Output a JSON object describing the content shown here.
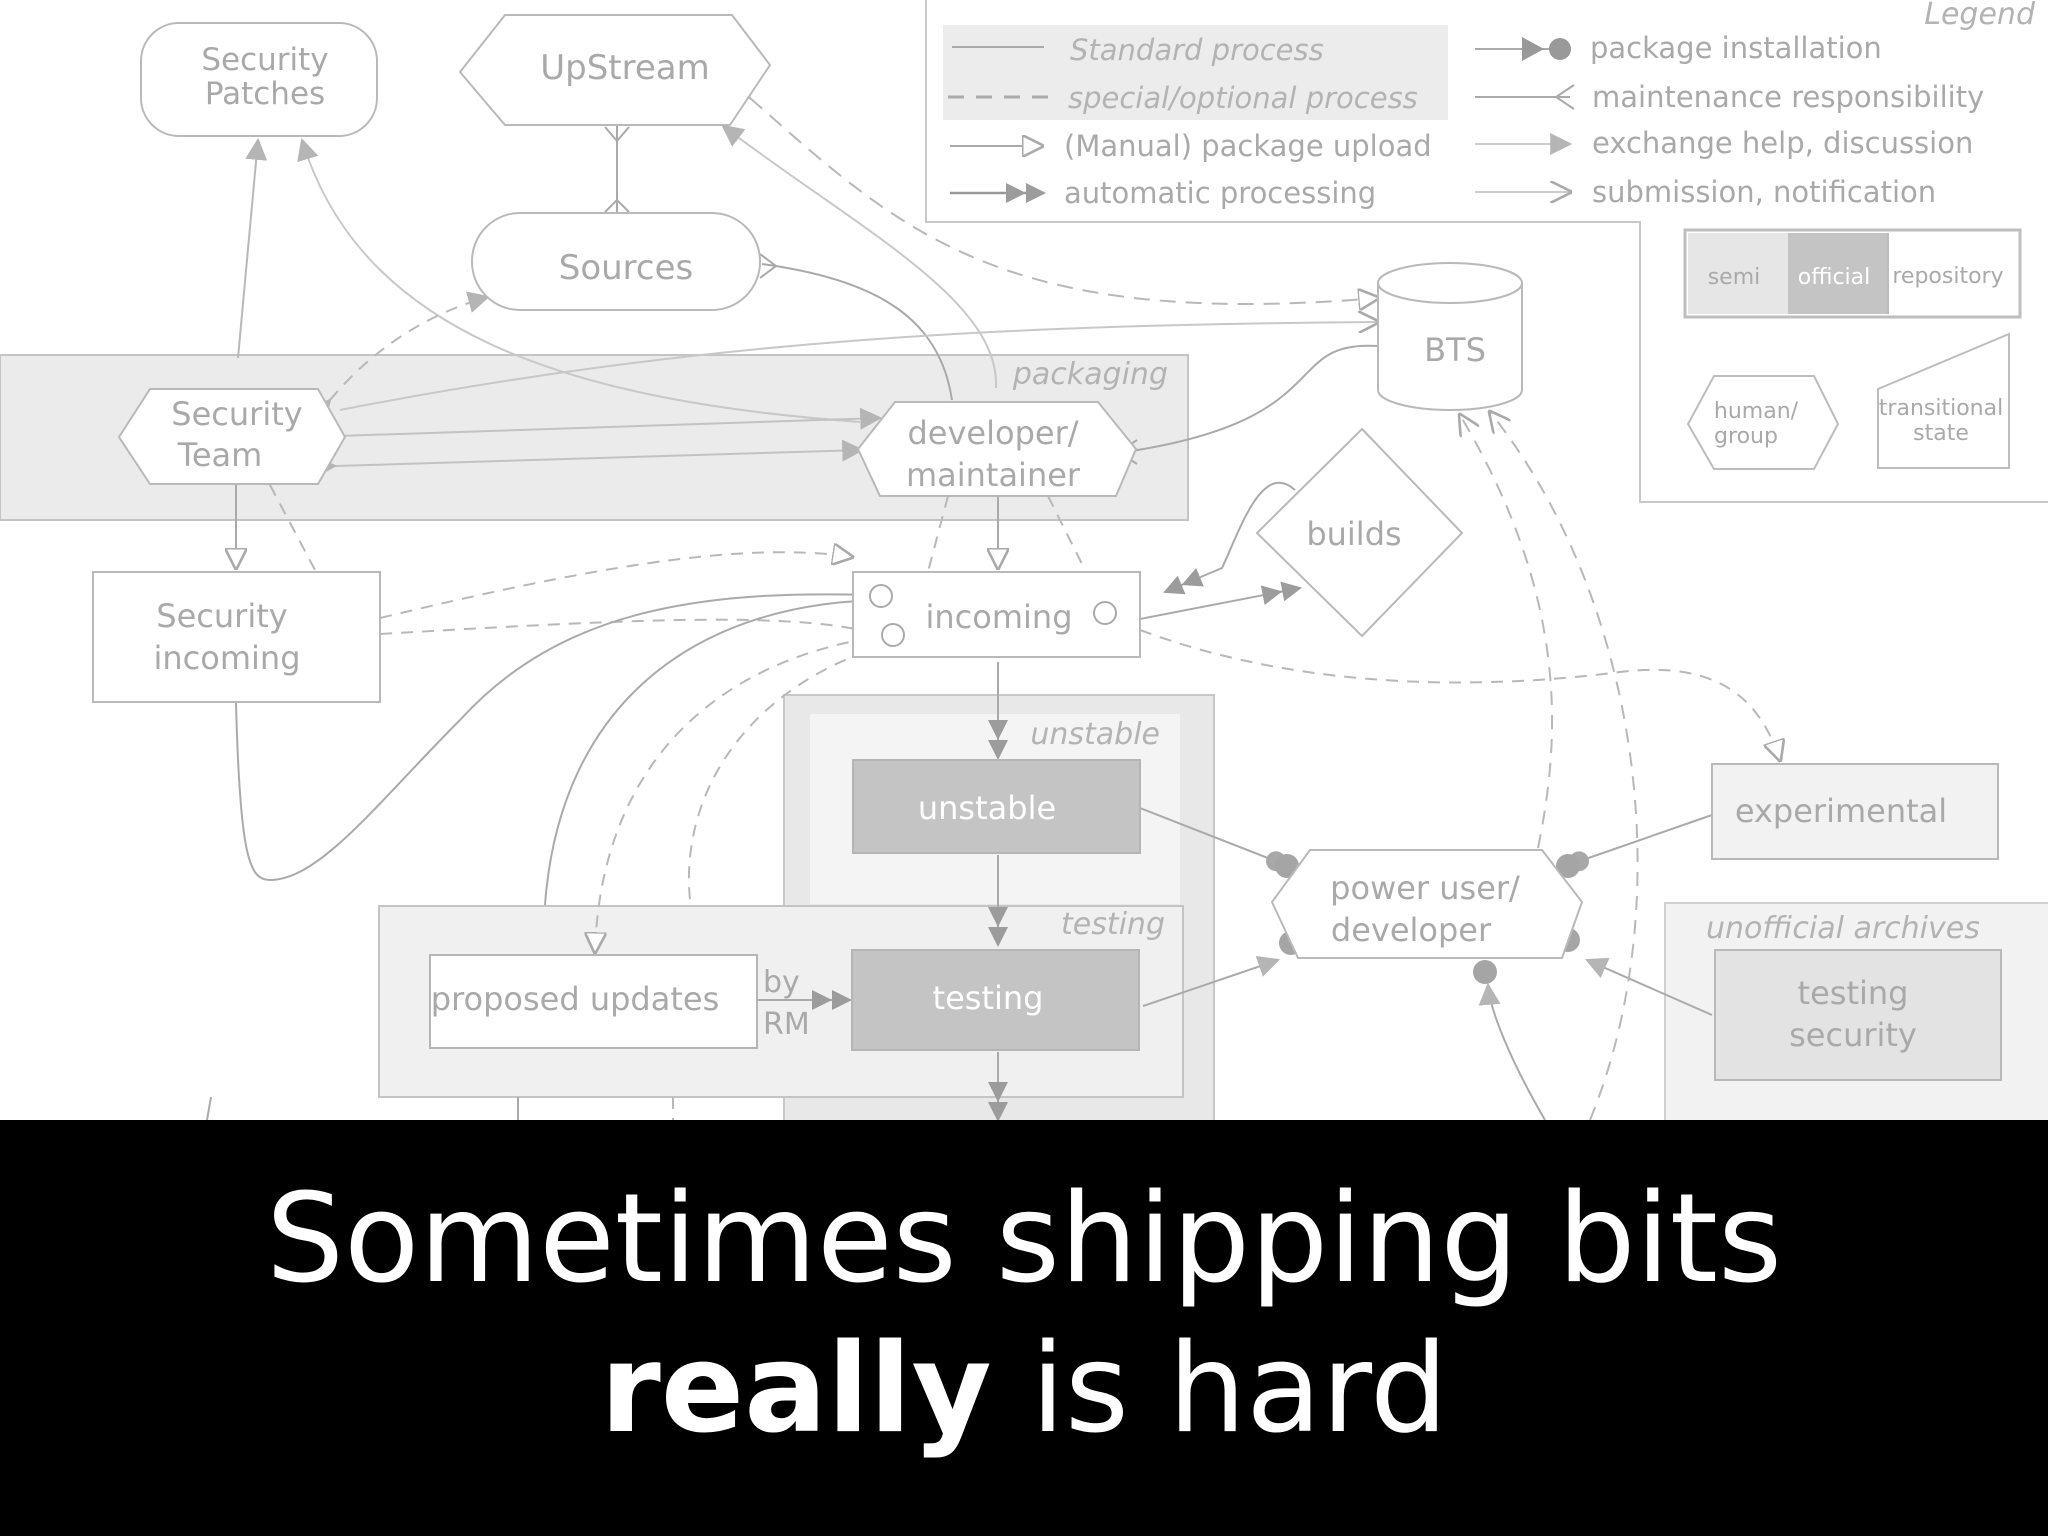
{
  "legend": {
    "title": "Legend",
    "standard": "Standard process",
    "optional": "special/optional process",
    "upload": "(Manual) package upload",
    "automatic": "automatic processing",
    "install": "package installation",
    "maintenance": "maintenance responsibility",
    "exchange": "exchange help, discussion",
    "submission": "submission, notification",
    "semi": "semi",
    "official": "official",
    "repository": "repository",
    "human_line1": "human/",
    "human_line2": "group",
    "transitional_line1": "transitional",
    "transitional_line2": "state"
  },
  "nodes": {
    "security_patches_1": "Security",
    "security_patches_2": "Patches",
    "upstream": "UpStream",
    "sources": "Sources",
    "bts": "BTS",
    "packaging_label": "packaging",
    "security_team_1": "Security",
    "security_team_2": "Team",
    "developer_1": "developer/",
    "developer_2": "maintainer",
    "builds": "builds",
    "security_incoming_1": "Security",
    "security_incoming_2": "incoming",
    "incoming": "incoming",
    "unstable_area": "unstable",
    "unstable": "unstable",
    "testing_area": "testing",
    "testing": "testing",
    "proposed_updates": "proposed updates",
    "by_rm_1": "by",
    "by_rm_2": "RM",
    "experimental": "experimental",
    "power_user_1": "power user/",
    "power_user_2": "developer",
    "unofficial_archives": "unofficial archives",
    "testing_security_1": "testing",
    "testing_security_2": "security"
  },
  "headline": {
    "line1": "Sometimes shipping bits",
    "line2_bold": "really",
    "line2_rest": " is hard"
  }
}
